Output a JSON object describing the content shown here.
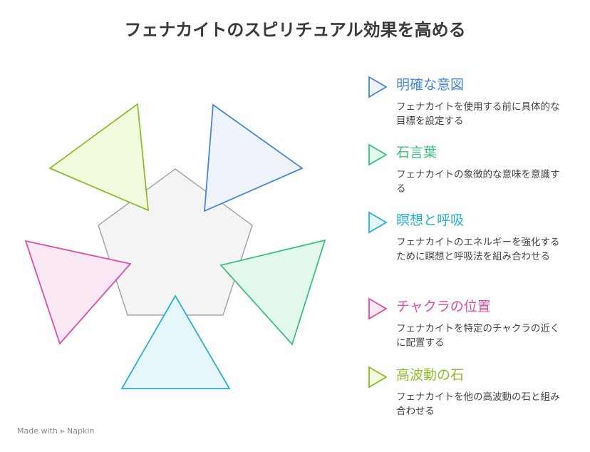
{
  "title": "フェナカイトのスピリチュアル効果を高める",
  "items": [
    {
      "heading": "明確な意図",
      "description": "フェナカイトを使用する前に具体的な目標を設定する",
      "color": "#4a86d8",
      "fill": "#eef3fc"
    },
    {
      "heading": "石言葉",
      "description": "フェナカイトの象徴的な意味を意識する",
      "color": "#3cbf7e",
      "fill": "#e4f9ee"
    },
    {
      "heading": "瞑想と呼吸",
      "description": "フェナカイトのエネルギーを強化するために瞑想と呼吸法を組み合わせる",
      "color": "#2ab0cf",
      "fill": "#e6f7fb"
    },
    {
      "heading": "チャクラの位置",
      "description": "フェナカイトを特定のチャクラの近くに配置する",
      "color": "#d94fa8",
      "fill": "#fce8f4"
    },
    {
      "heading": "高波動の石",
      "description": "フェナカイトを他の高波動の石と組み合わせる",
      "color": "#8fbb2c",
      "fill": "#f3fbdf"
    }
  ],
  "footer": "Made with ⪢ Napkin"
}
